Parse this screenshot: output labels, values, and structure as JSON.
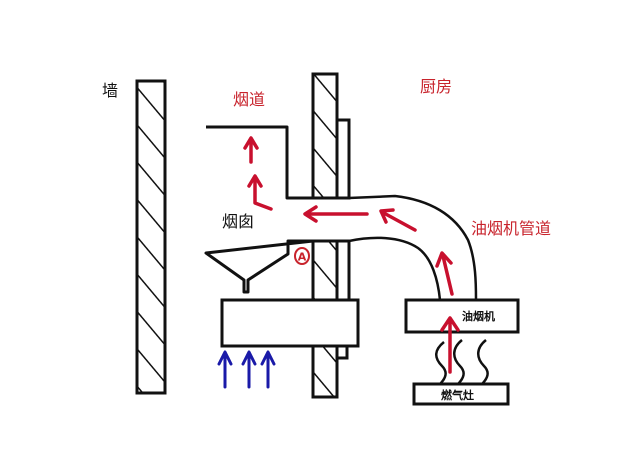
{
  "diagram": {
    "title": "Kitchen range hood exhaust into shared flue",
    "labels": {
      "wall": "墙",
      "flue": "烟道",
      "kitchen": "厨房",
      "chimney": "烟囱",
      "hood_duct": "油烟机管道",
      "range_hood": "油烟机",
      "gas_stove": "燃气灶",
      "marker_a": "A"
    },
    "colors": {
      "outline": "#111111",
      "exhaust_arrow": "#c8102e",
      "label_red": "#c8232c",
      "updraft_arrow": "#1a1aa8",
      "text": "#111111"
    }
  }
}
